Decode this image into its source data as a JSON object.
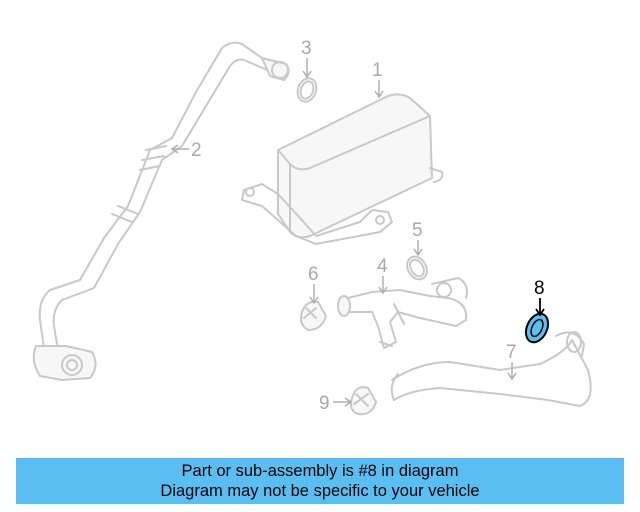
{
  "diagram": {
    "callouts": [
      "1",
      "2",
      "3",
      "4",
      "5",
      "6",
      "7",
      "8",
      "9"
    ],
    "highlighted_callout": "8",
    "highlight_color": "#5bc0f0"
  },
  "banner": {
    "line1": "Part or sub-assembly is #8 in diagram",
    "line2": "Diagram may not be specific to your vehicle",
    "background": "#59bff3"
  }
}
